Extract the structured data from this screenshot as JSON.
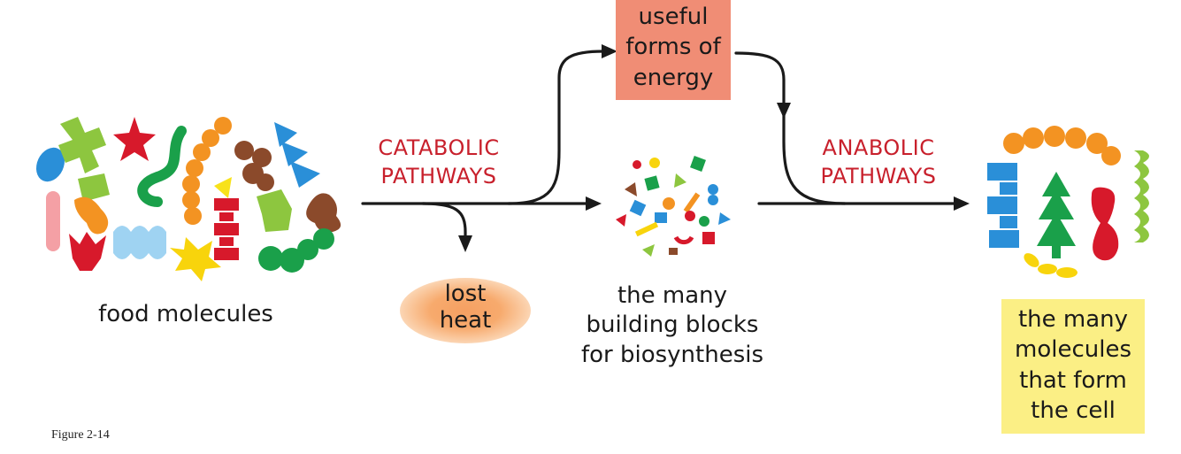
{
  "labels": {
    "food": "food molecules",
    "catabolic": [
      "CATABOLIC",
      "PATHWAYS"
    ],
    "anabolic": [
      "ANABOLIC",
      "PATHWAYS"
    ],
    "energy": [
      "useful",
      "forms of",
      "energy"
    ],
    "heat": [
      "lost",
      "heat"
    ],
    "blocks": [
      "the many",
      "building blocks",
      "for biosynthesis"
    ],
    "cell": [
      "the many",
      "molecules",
      "that form",
      "the cell"
    ]
  },
  "caption": "Figure 2-14",
  "colors": {
    "pathway_text": "#c8202c",
    "energy_box": "#f08d75",
    "cell_box": "#fbef85",
    "heat_glow": "#f6a062",
    "arrow": "#1a1a1a"
  }
}
